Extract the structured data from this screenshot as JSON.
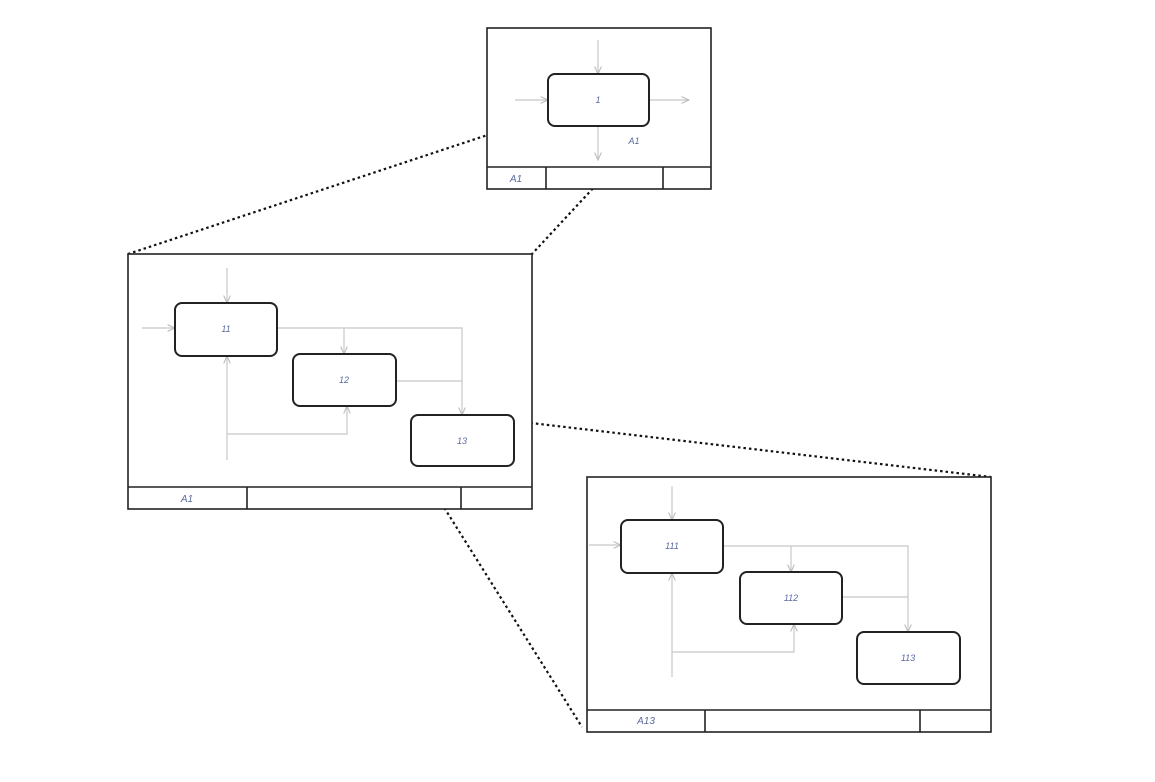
{
  "top_diagram": {
    "box_label": "1",
    "node_ref": "A1",
    "footer_label": "A1"
  },
  "mid_diagram": {
    "boxes": [
      "11",
      "12",
      "13"
    ],
    "footer_label": "A1"
  },
  "bottom_diagram": {
    "boxes": [
      "111",
      "112",
      "113"
    ],
    "footer_label": "A13"
  },
  "colors": {
    "label": "#5a6aa0",
    "flow": "#c8c8c8",
    "outline": "#222222"
  }
}
